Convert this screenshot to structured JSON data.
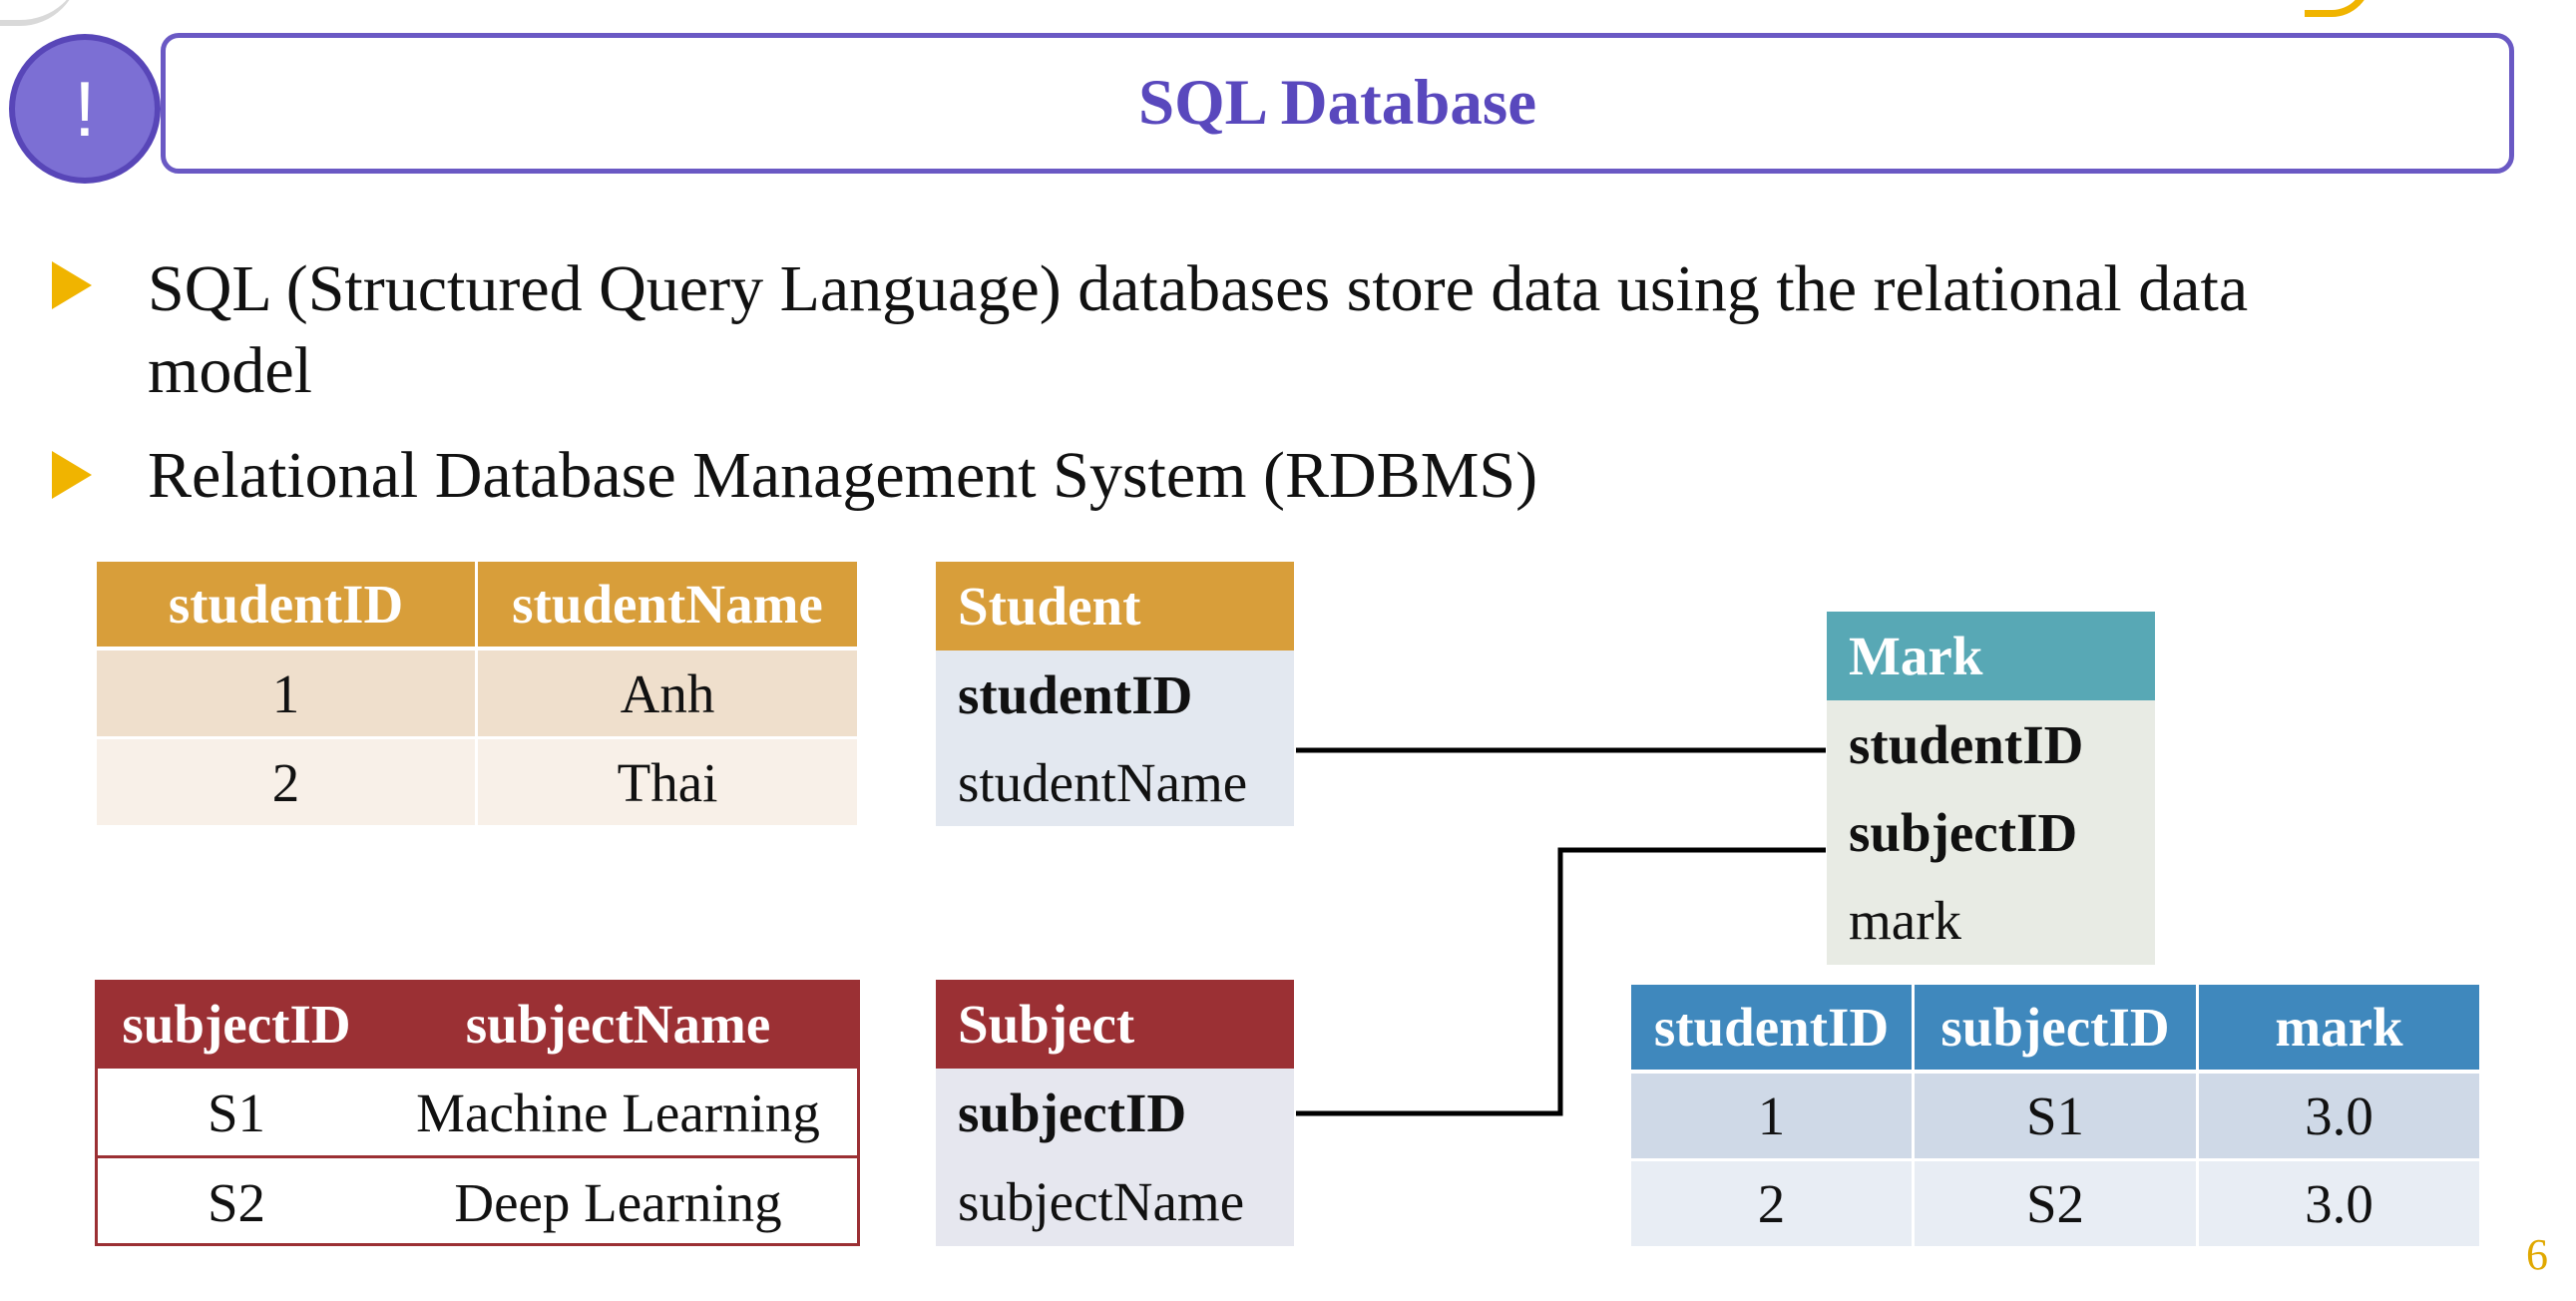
{
  "title": "SQL Database",
  "badge": "!",
  "bullets": [
    {
      "line1": "SQL (Structured Query Language) databases store data using the relational data",
      "line2": "model"
    },
    {
      "line1": "Relational Database Management System (RDBMS)"
    }
  ],
  "student_table": {
    "headers": [
      "studentID",
      "studentName"
    ],
    "rows": [
      [
        "1",
        "Anh"
      ],
      [
        "2",
        "Thai"
      ]
    ]
  },
  "subject_table": {
    "headers": [
      "subjectID",
      "subjectName"
    ],
    "rows": [
      [
        "S1",
        "Machine Learning"
      ],
      [
        "S2",
        "Deep Learning"
      ]
    ]
  },
  "mark_table": {
    "headers": [
      "studentID",
      "subjectID",
      "mark"
    ],
    "rows": [
      [
        "1",
        "S1",
        "3.0"
      ],
      [
        "2",
        "S2",
        "3.0"
      ]
    ]
  },
  "student_entity": {
    "name": "Student",
    "fields": [
      "studentID",
      "studentName"
    ]
  },
  "subject_entity": {
    "name": "Subject",
    "fields": [
      "subjectID",
      "subjectName"
    ]
  },
  "mark_entity": {
    "name": "Mark",
    "fields": [
      "studentID",
      "subjectID",
      "mark"
    ]
  },
  "page_number": "6",
  "colors": {
    "accent": "#5948bd",
    "bullet": "#f0b400",
    "student": "#d89e3a",
    "subject": "#9b3034",
    "mark": "#58a8b5",
    "mark_table": "#3f88bd"
  }
}
